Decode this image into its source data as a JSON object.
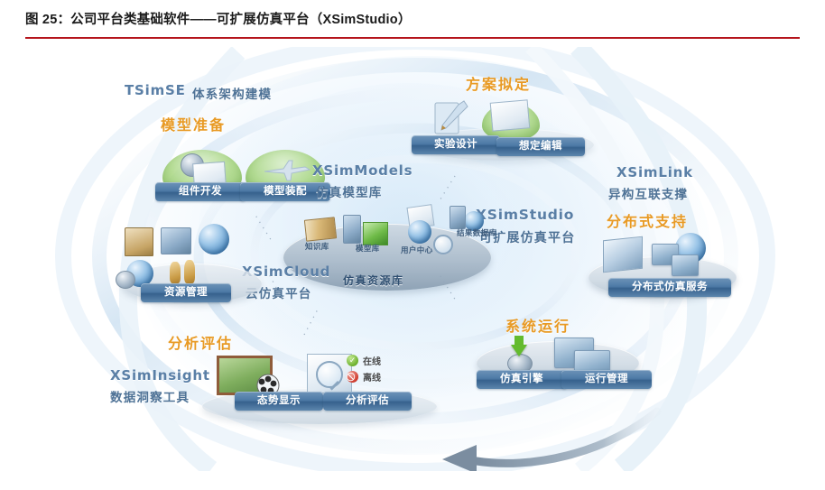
{
  "figure": {
    "title": "图 25：公司平台类基础软件——可扩展仿真平台（XSimStudio）",
    "accent_rule_color": "#b5151c"
  },
  "colors": {
    "stage_label": "#e89a24",
    "brand_label": "#5a7fa6",
    "pill_fill": "#4d7aa6",
    "dome_green": "#8ac75c",
    "background": "#ffffff"
  },
  "diagram": {
    "center": {
      "brand": "XSimStudio",
      "brand_sub": "可扩展仿真平台"
    },
    "repository": {
      "title": "仿真资源库",
      "items": [
        {
          "label": "知识库"
        },
        {
          "label": "模型库"
        },
        {
          "label": "用户中心"
        },
        {
          "label": "结果数据库"
        }
      ]
    },
    "stages": [
      {
        "id": "model-preparation",
        "stage_label": "模型准备",
        "brand": "TSimSE",
        "brand_sub": "体系架构建模",
        "buttons": [
          {
            "label": "组件开发"
          },
          {
            "label": "模型装配"
          }
        ]
      },
      {
        "id": "scheme-drafting",
        "stage_label": "方案拟定",
        "brand": "",
        "brand_sub": "",
        "buttons": [
          {
            "label": "实验设计"
          },
          {
            "label": "想定编辑"
          }
        ]
      },
      {
        "id": "distributed-support",
        "stage_label": "分布式支持",
        "brand": "XSimLink",
        "brand_sub": "异构互联支撑",
        "buttons": [
          {
            "label": "分布式仿真服务"
          }
        ]
      },
      {
        "id": "system-operation",
        "stage_label": "系统运行",
        "brand": "",
        "brand_sub": "",
        "buttons": [
          {
            "label": "仿真引擎"
          },
          {
            "label": "运行管理"
          }
        ]
      },
      {
        "id": "analysis-evaluation",
        "stage_label": "分析评估",
        "brand": "XSimInsight",
        "brand_sub": "数据洞察工具",
        "buttons": [
          {
            "label": "态势显示"
          },
          {
            "label": "分析评估"
          }
        ]
      },
      {
        "id": "cloud-platform",
        "stage_label": "",
        "brand": "XSimCloud",
        "brand_sub": "云仿真平台",
        "buttons": [
          {
            "label": "资源管理"
          }
        ]
      },
      {
        "id": "model-library",
        "stage_label": "",
        "brand": "XSimModels",
        "brand_sub": "仿真模型库",
        "buttons": []
      }
    ],
    "status_badges": [
      {
        "label": "在线",
        "glyph": "✓",
        "state": "online"
      },
      {
        "label": "离线",
        "glyph": "⃠",
        "state": "offline"
      }
    ],
    "flow_arrow": {
      "name": "counter-clockwise-flow-arrow",
      "direction": "left"
    }
  }
}
